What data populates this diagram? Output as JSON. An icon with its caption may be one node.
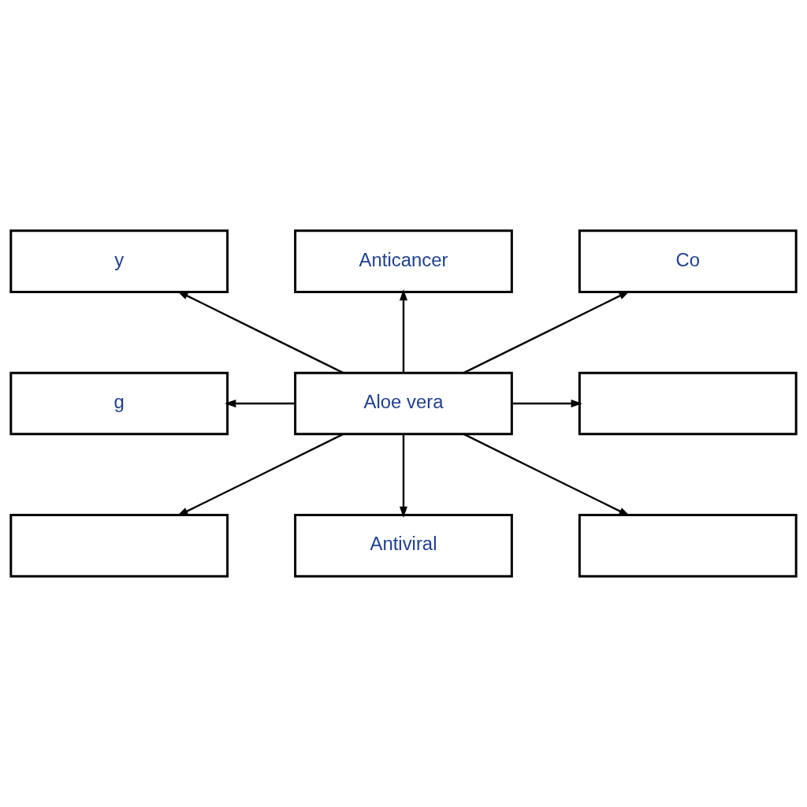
{
  "diagram": {
    "nodes": [
      {
        "text": [
          "y"
        ]
      },
      {
        "text": [
          "Anticancer"
        ]
      },
      {
        "text": [
          "Co"
        ]
      },
      {
        "text": [
          "g"
        ]
      },
      {
        "text": [
          "Aloe vera"
        ]
      },
      {
        "text": [],
        "shape": "box"
      },
      {
        "text": [],
        "shape": "box"
      },
      {
        "text": [
          "Antiviral"
        ]
      },
      {
        "text": [],
        "shape": "box"
      }
    ],
    "edges": [
      {
        "from": 4,
        "to": 0,
        "arrow": "to"
      },
      {
        "from": 4,
        "to": 1,
        "arrow": "to"
      },
      {
        "from": 4,
        "to": 2,
        "arrow": "to"
      },
      {
        "from": 4,
        "to": 3,
        "arrow": "to"
      },
      {
        "from": 4,
        "to": 5,
        "arrow": "to"
      },
      {
        "from": 4,
        "to": 6,
        "arrow": "to"
      },
      {
        "from": 4,
        "to": 7,
        "arrow": "to"
      },
      {
        "from": 4,
        "to": 8,
        "arrow": "to"
      }
    ]
  }
}
